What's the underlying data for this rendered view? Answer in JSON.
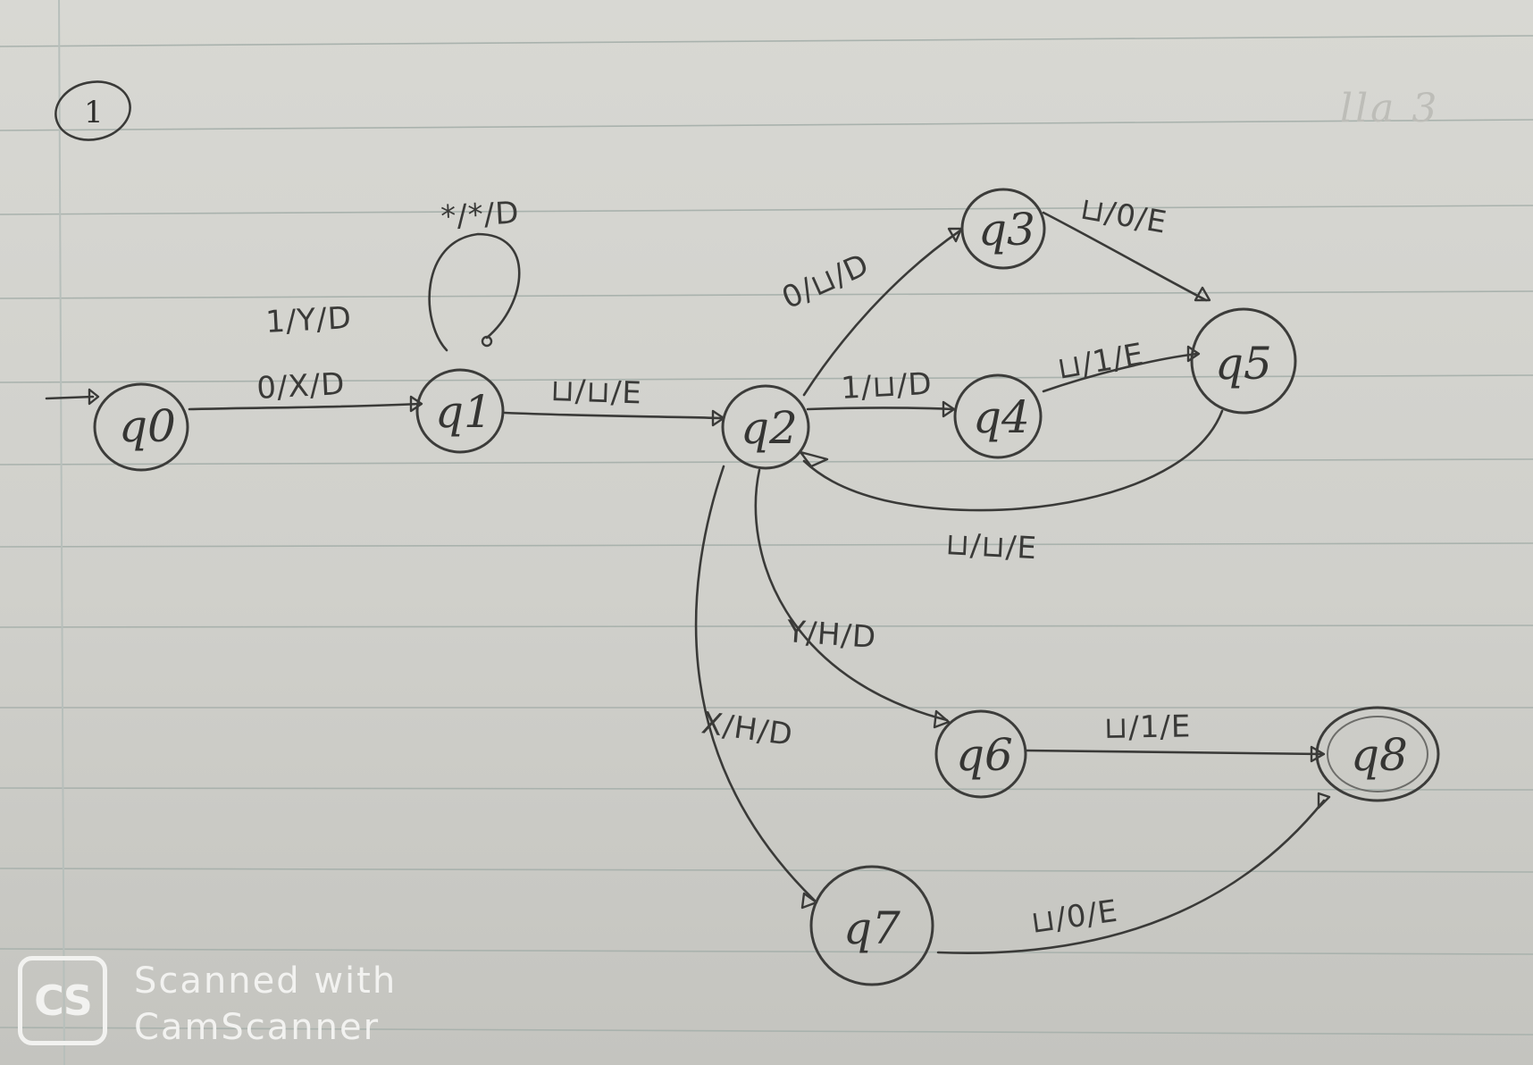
{
  "problem_number": "1",
  "bleed_text": "lla 3",
  "states": [
    {
      "id": "q0",
      "label": "q0",
      "start": true,
      "accept": false
    },
    {
      "id": "q1",
      "label": "q1",
      "start": false,
      "accept": false
    },
    {
      "id": "q2",
      "label": "q2",
      "start": false,
      "accept": false
    },
    {
      "id": "q3",
      "label": "q3",
      "start": false,
      "accept": false
    },
    {
      "id": "q4",
      "label": "q4",
      "start": false,
      "accept": false
    },
    {
      "id": "q5",
      "label": "q5",
      "start": false,
      "accept": false
    },
    {
      "id": "q6",
      "label": "q6",
      "start": false,
      "accept": false
    },
    {
      "id": "q7",
      "label": "q7",
      "start": false,
      "accept": false
    },
    {
      "id": "q8",
      "label": "q8",
      "start": false,
      "accept": true
    }
  ],
  "transitions": [
    {
      "from": "q0",
      "to": "q1",
      "labels": [
        "1/Y/D",
        "0/X/D"
      ]
    },
    {
      "from": "q1",
      "to": "q1",
      "labels": [
        "*/*/D"
      ]
    },
    {
      "from": "q1",
      "to": "q2",
      "labels": [
        "⊔/⊔/E"
      ]
    },
    {
      "from": "q2",
      "to": "q3",
      "labels": [
        "0/⊔/D"
      ]
    },
    {
      "from": "q3",
      "to": "q5",
      "labels": [
        "⊔/0/E"
      ]
    },
    {
      "from": "q2",
      "to": "q4",
      "labels": [
        "1/⊔/D"
      ]
    },
    {
      "from": "q4",
      "to": "q5",
      "labels": [
        "⊔/1/E"
      ]
    },
    {
      "from": "q5",
      "to": "q2",
      "labels": [
        "⊔/⊔/E"
      ]
    },
    {
      "from": "q2",
      "to": "q6",
      "labels": [
        "Y/H/D"
      ]
    },
    {
      "from": "q6",
      "to": "q8",
      "labels": [
        "⊔/1/E"
      ]
    },
    {
      "from": "q2",
      "to": "q7",
      "labels": [
        "X/H/D"
      ]
    },
    {
      "from": "q7",
      "to": "q8",
      "labels": [
        "⊔/0/E"
      ]
    }
  ],
  "watermark": {
    "logo": "CS",
    "line1": "Scanned with",
    "line2": "CamScanner"
  }
}
